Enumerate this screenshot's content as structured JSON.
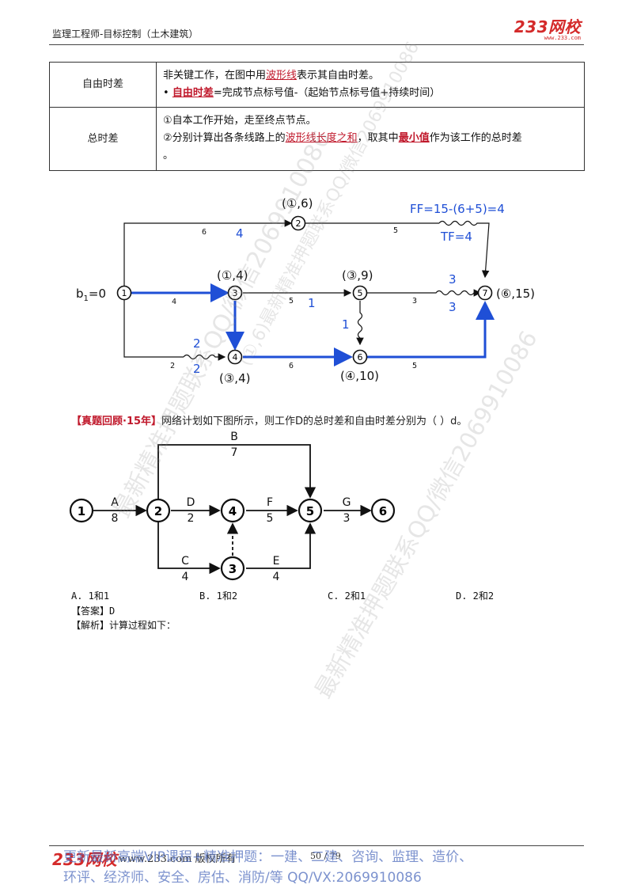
{
  "header": {
    "title": "监理工程师-目标控制（土木建筑）",
    "logo": "233网校",
    "logo_sub": "www.233.com"
  },
  "definitions": [
    {
      "term": "自由时差",
      "line1_a": "非关键工作，在图中用",
      "line1_red": "波形线",
      "line1_b": "表示其自由时差。",
      "bullet": "•",
      "line2_red": "自由时差",
      "line2_b": "=完成节点标号值-（起始节点标号值+持续时间）"
    },
    {
      "term": "总时差",
      "line1": "①自本工作开始，走至终点节点。",
      "line2_a": "②分别计算出各条线路上的",
      "line2_red1": "波形线长度之和",
      "line2_b": "，取其中",
      "line2_red2": "最小值",
      "line2_c": "作为该工作的总时差",
      "line3": "。"
    }
  ],
  "network1": {
    "nodes": [
      "1",
      "2",
      "3",
      "4",
      "5",
      "6",
      "7"
    ],
    "node_labels": {
      "n2": "(①,6)",
      "n3": "(①,4)",
      "n5": "(③,9)",
      "n4": "(③,4)",
      "n6": "(④,10)",
      "n7": "(⑥,15)"
    },
    "start_label": "b",
    "start_sub": "1",
    "start_eq": "=0",
    "durations": {
      "a12": "6",
      "a13": "4",
      "a14": "2",
      "a27": "5",
      "a35": "5",
      "a46": "6",
      "a57": "3",
      "a67": "5"
    },
    "annotations": {
      "ff": "FF=15-(6+5)=4",
      "tf": "TF=4",
      "a12": "4",
      "a35": "1",
      "a57_top": "3",
      "a57_bot": "3",
      "a56": "1",
      "a14_top": "2",
      "a14_bot": "2"
    },
    "colors": {
      "critical": "#1f4fd6",
      "annotation": "#1f4fd6",
      "normal": "#111111"
    }
  },
  "question": {
    "tag": "【真题回顾·15年】",
    "text": "网络计划如下图所示，则工作D的总时差和自由时差分别为（    ）d。"
  },
  "network2": {
    "nodes": [
      "1",
      "2",
      "3",
      "4",
      "5",
      "6"
    ],
    "activities": {
      "A": {
        "name": "A",
        "dur": "8"
      },
      "B": {
        "name": "B",
        "dur": "7"
      },
      "C": {
        "name": "C",
        "dur": "4"
      },
      "D": {
        "name": "D",
        "dur": "2"
      },
      "E": {
        "name": "E",
        "dur": "4"
      },
      "F": {
        "name": "F",
        "dur": "5"
      },
      "G": {
        "name": "G",
        "dur": "3"
      }
    }
  },
  "options": {
    "a": "A. 1和1",
    "b": "B. 1和2",
    "c": "C. 2和1",
    "d": "D. 2和2"
  },
  "answer": "【答案】D",
  "analysis": "【解析】计算过程如下：",
  "watermarks": [
    "(①,6)最新精准押题联系QQ/微信2069910086",
    "最新精准押题联系QQ/微信2069910086",
    "最新精准押题联系QQ/微信2069910086"
  ],
  "footer": {
    "logo": "233网校",
    "site": "www.233.com 版权所有",
    "page": "50 / 79",
    "promo_line1": "更新最新高端VIP课程+精准押题：一建、二建、咨询、监理、造价、",
    "promo_line2": "环评、经济师、安全、房估、消防/等  QQ/VX:2069910086"
  }
}
